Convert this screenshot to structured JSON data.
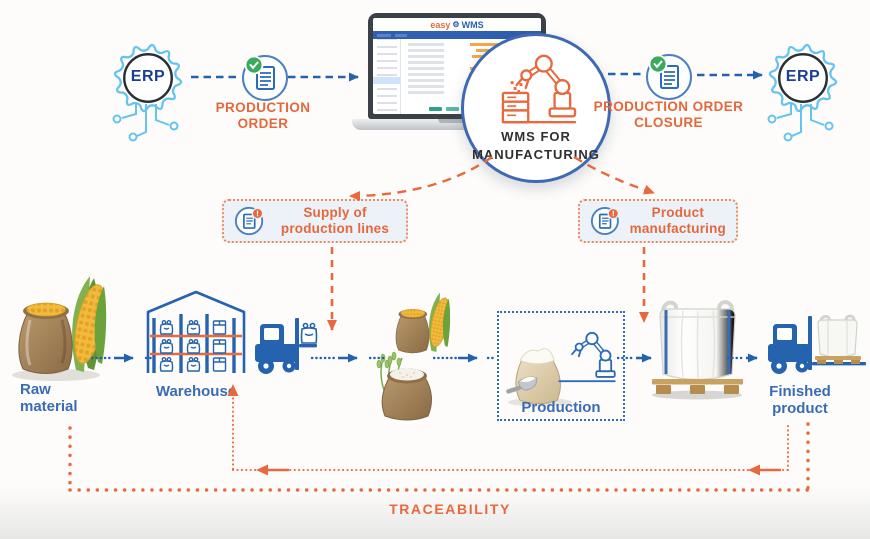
{
  "colors": {
    "accent_orange": "#E8693E",
    "flow_blue": "#2262AE",
    "light_blue": "#64C3EF",
    "label_blue": "#3A6CB4",
    "navy_text": "#1D3E91",
    "check_green": "#3BAA5C",
    "process_box_bg": "#EDF2F8"
  },
  "top_flow": {
    "erp_left": {
      "label": "ERP"
    },
    "production_order": {
      "label": "PRODUCTION ORDER"
    },
    "laptop": {
      "logo_easy": "easy",
      "logo_wms": "WMS"
    },
    "wms_circle": {
      "label": "WMS FOR MANUFACTURING"
    },
    "production_order_closure": {
      "label": "PRODUCTION ORDER CLOSURE"
    },
    "erp_right": {
      "label": "ERP"
    }
  },
  "process_boxes": [
    {
      "label": "Supply of production lines"
    },
    {
      "label": "Product manufacturing"
    }
  ],
  "bottom_flow": {
    "raw_material": {
      "label": "Raw material"
    },
    "warehouse": {
      "label": "Warehouse"
    },
    "production": {
      "label": "Production"
    },
    "finished_product": {
      "label": "Finished product"
    }
  },
  "traceability": {
    "label": "TRACEABILITY"
  }
}
